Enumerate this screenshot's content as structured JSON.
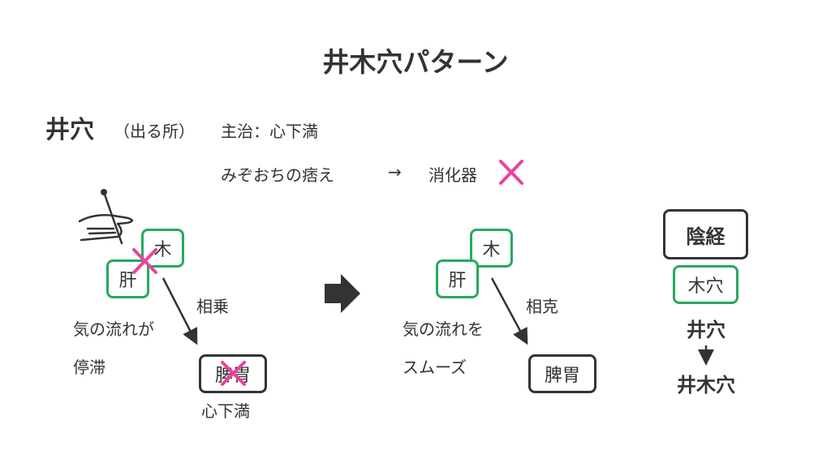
{
  "title": "井木穴パターン",
  "heading": {
    "main": "井穴",
    "sub": "（出る所）"
  },
  "indication": {
    "line1": "主治：心下満",
    "line2": "みぞおちの痞え",
    "arrow": "→",
    "line2_result": "消化器"
  },
  "left_diagram": {
    "wood": "木",
    "liver": "肝",
    "relation": "相乗",
    "flow_line1": "気の流れが",
    "flow_line2": "停滞",
    "target": "脾胃",
    "symptom": "心下満"
  },
  "right_diagram": {
    "wood": "木",
    "liver": "肝",
    "relation": "相克",
    "flow_line1": "気の流れを",
    "flow_line2": "スムーズ",
    "target": "脾胃"
  },
  "side_panel": {
    "meridian": "陰経",
    "point": "木穴",
    "from": "井穴",
    "to": "井木穴"
  },
  "colors": {
    "green_box": "#27a95c",
    "cross": "#e8449a",
    "text": "#333333"
  },
  "icons": {
    "hand_needle": "hand-with-needle-icon",
    "transition_arrow": "right-arrow-icon",
    "cross": "cross-mark-icon"
  }
}
